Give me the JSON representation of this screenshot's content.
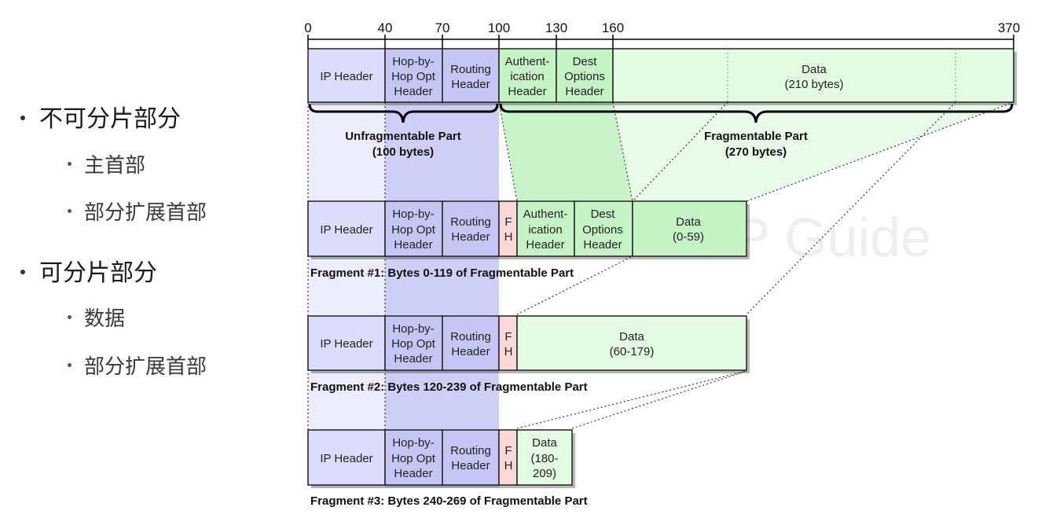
{
  "bullets": {
    "item1": "不可分片部分",
    "item1_sub1": "主首部",
    "item1_sub2": "部分扩展首部",
    "item2": "可分片部分",
    "item2_sub1": "数据",
    "item2_sub2": "部分扩展首部"
  },
  "diagram": {
    "ticks": [
      "0",
      "40",
      "70",
      "100",
      "130",
      "160",
      "370"
    ],
    "ip_header": "IP Header",
    "hop_line1": "Hop-by-",
    "hop_line2": "Hop Opt",
    "hop_line3": "Header",
    "routing_line1": "Routing",
    "routing_line2": "Header",
    "auth_line1": "Authent-",
    "auth_line2": "ication",
    "auth_line3": "Header",
    "dest_line1": "Dest",
    "dest_line2": "Options",
    "dest_line3": "Header",
    "data_top_line1": "Data",
    "data_top_line2": "(210 bytes)",
    "unfrag_line1": "Unfragmentable Part",
    "unfrag_line2": "(100 bytes)",
    "frag_line1": "Fragmentable Part",
    "frag_line2": "(270 bytes)",
    "fh_line1": "F",
    "fh_line2": "H",
    "f1_data_line1": "Data",
    "f1_data_line2": "(0-59)",
    "f2_data_line1": "Data",
    "f2_data_line2": "(60-179)",
    "f3_data_line1": "Data",
    "f3_data_line2": "(180-",
    "f3_data_line3": "209)",
    "fragment1_caption": "Fragment #1: Bytes 0-119 of Fragmentable Part",
    "fragment2_caption": "Fragment #2: Bytes 120-239 of Fragmentable Part",
    "fragment3_caption": "Fragment #3: Bytes 240-269 of Fragmentable Part",
    "watermark": "TCP/IP Guide"
  },
  "colors": {
    "ip_header": "#ddddfb",
    "ext_header": "#c6c6f4",
    "frag_header": "#c6f3c6",
    "data": "#e2fbe2",
    "fh": "#fcd8d8",
    "unfrag_band_light": "#ececfb",
    "unfrag_band_dark": "#cfcff6",
    "frag_band": "#c9f3c9",
    "frag_band_light": "#e9fbe9"
  }
}
